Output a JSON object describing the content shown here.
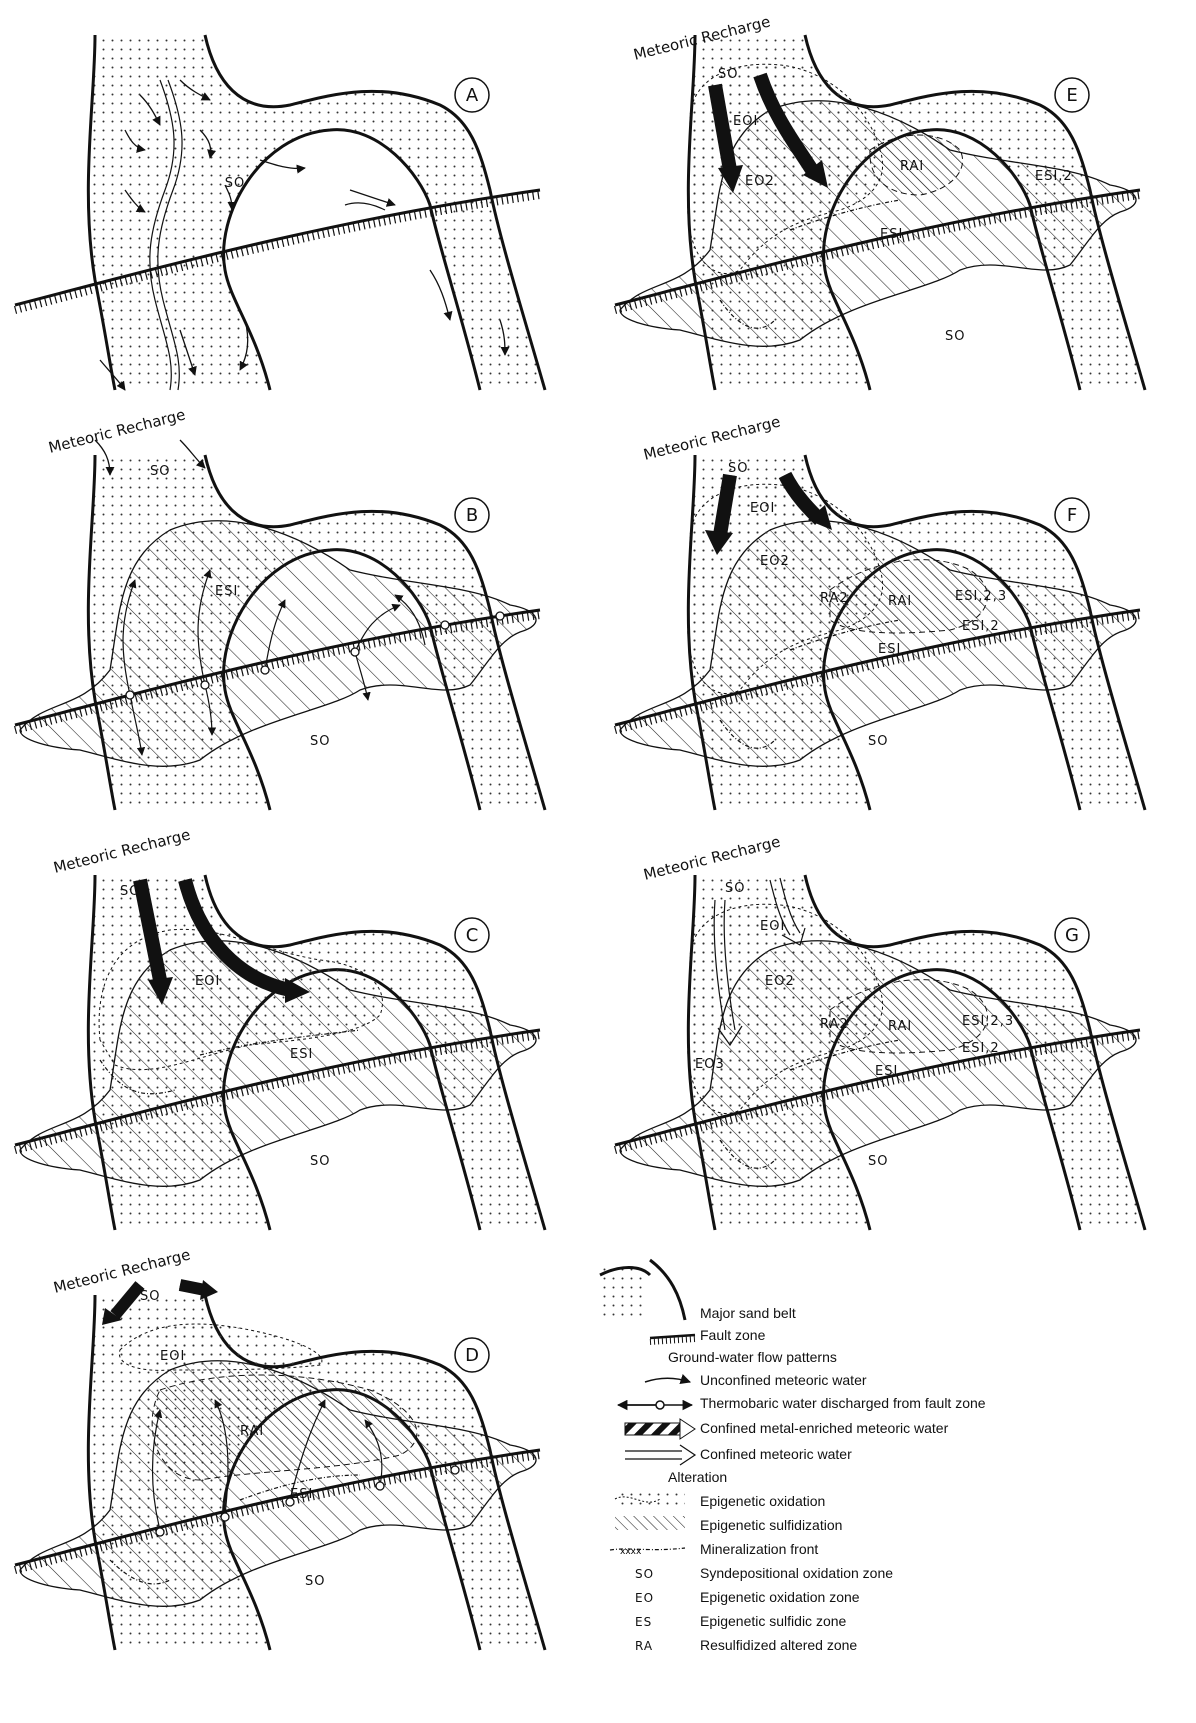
{
  "panels": [
    {
      "letter": "A",
      "recharge_label": "",
      "zones": [
        "SO"
      ]
    },
    {
      "letter": "B",
      "recharge_label": "Meteoric Recharge",
      "zones": [
        "SO",
        "ESI",
        "SO"
      ]
    },
    {
      "letter": "C",
      "recharge_label": "Meteoric Recharge",
      "zones": [
        "SO",
        "EOI",
        "ESI",
        "SO"
      ]
    },
    {
      "letter": "D",
      "recharge_label": "Meteoric Recharge",
      "zones": [
        "SO",
        "EOI",
        "RAI",
        "ESI",
        "SO"
      ]
    },
    {
      "letter": "E",
      "recharge_label": "Meteoric Recharge",
      "zones": [
        "SO",
        "EOI",
        "EO2",
        "RAI",
        "ESI,2",
        "ESI",
        "SO"
      ]
    },
    {
      "letter": "F",
      "recharge_label": "Meteoric Recharge",
      "zones": [
        "SO",
        "EOI",
        "EO2",
        "RA2",
        "RAI",
        "ESI,2,3",
        "ESI,2",
        "ESI",
        "SO"
      ]
    },
    {
      "letter": "G",
      "recharge_label": "Meteoric Recharge",
      "zones": [
        "SO",
        "EOI",
        "EO2",
        "RA2",
        "RAI",
        "ESI,2,3",
        "ESI,2",
        "EO3",
        "ESI",
        "SO"
      ]
    }
  ],
  "legend": {
    "sand_belt": "Major sand belt",
    "fault_zone": "Fault zone",
    "flow_heading": "Ground-water flow patterns",
    "unconfined": "Unconfined meteoric water",
    "thermobaric": "Thermobaric water discharged from fault zone",
    "metal_enriched": "Confined metal-enriched meteoric water",
    "confined": "Confined meteoric water",
    "alteration_heading": "Alteration",
    "epi_oxidation": "Epigenetic oxidation",
    "epi_sulfidization": "Epigenetic sulfidization",
    "min_front": "Mineralization front",
    "zones": [
      {
        "abbr": "SO",
        "text": "Syndepositional oxidation zone"
      },
      {
        "abbr": "EO",
        "text": "Epigenetic oxidation zone"
      },
      {
        "abbr": "ES",
        "text": "Epigenetic sulfidic zone"
      },
      {
        "abbr": "RA",
        "text": "Resulfidized altered zone"
      }
    ]
  },
  "colors": {
    "ink": "#111111",
    "paper": "#ffffff"
  }
}
